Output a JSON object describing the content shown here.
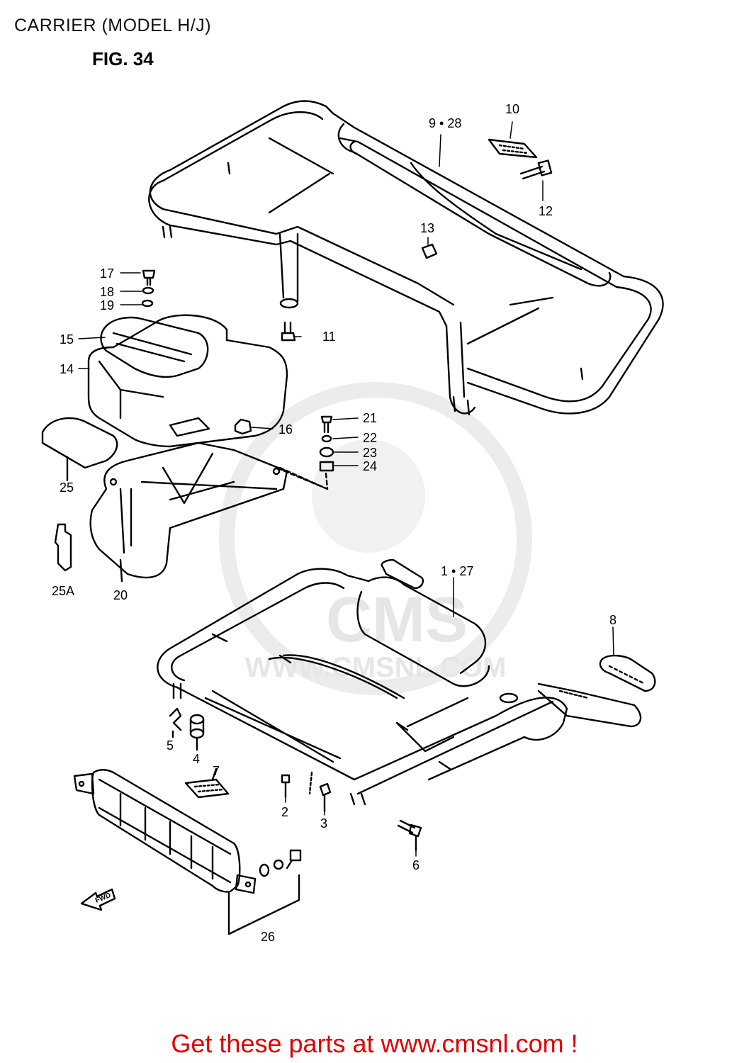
{
  "title": "CARRIER (MODEL H/J)",
  "figure": "FIG. 34",
  "watermark": {
    "logo": "CMS",
    "url": "WWW.CMSNL.COM"
  },
  "fwd_label": "FWD",
  "footer": "Get these parts at www.cmsnl.com !",
  "callouts": {
    "c1_27": "1 • 27",
    "c2": "2",
    "c3": "3",
    "c4": "4",
    "c5": "5",
    "c6": "6",
    "c7": "7",
    "c8": "8",
    "c9_28": "9 • 28",
    "c10": "10",
    "c11": "11",
    "c12": "12",
    "c13": "13",
    "c14": "14",
    "c15": "15",
    "c16": "16",
    "c17": "17",
    "c18": "18",
    "c19": "19",
    "c20": "20",
    "c21": "21",
    "c22": "22",
    "c23": "23",
    "c24": "24",
    "c25": "25",
    "c25a": "25A",
    "c26": "26"
  }
}
